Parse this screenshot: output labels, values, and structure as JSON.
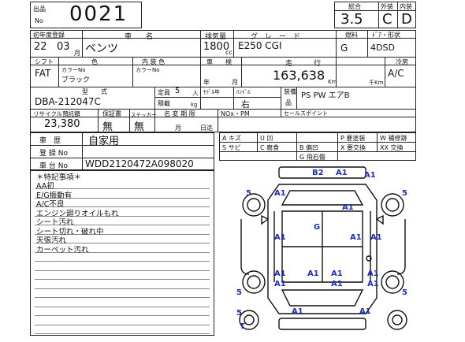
{
  "lot": {
    "label_top": "出品",
    "label_bottom": "No",
    "number": "0021"
  },
  "scores": {
    "total_label": "総合",
    "ext_label": "外装",
    "int_label": "内装",
    "total": "3.5",
    "ext": "C",
    "int": "D"
  },
  "row1": {
    "reg_label": "初年度登録",
    "reg_year": "22",
    "reg_month": "03",
    "month_unit": "月",
    "name_label": "車　　名",
    "name": "ベンツ",
    "cc_label": "排気量",
    "cc": "1800",
    "cc_unit": "cc",
    "grade_label": "グ　レ　ー　ド",
    "grade": "E250 CGI",
    "fuel_label": "燃料",
    "fuel": "G",
    "door_label": "ﾄﾞｱ・形状",
    "door": "4DSD"
  },
  "row2": {
    "shift_label": "シフト",
    "shift": "FAT",
    "color_label": "色",
    "color_no_label": "カラーNo",
    "color": "ブラック",
    "interior_label": "内 装 色",
    "interior_no_label": "カラーNo",
    "inspect_label": "車　　検",
    "year_unit": "年",
    "month_unit": "月",
    "mileage_label": "走　　　行",
    "mileage": "163,638",
    "km_unit": "Km",
    "thousand_km": "千Km",
    "ac_label": "冷房",
    "ac": "A/C"
  },
  "row3": {
    "model_label": "型　　式",
    "model": "DBA-212047C",
    "capacity_label": "定員",
    "capacity": "5",
    "capacity_unit": "人",
    "load_label": "積載",
    "load_unit": "kg",
    "repair_label": "ﾓﾃﾞﾙ年",
    "handle_label": "ﾊﾝﾄﾞﾙ",
    "handle": "右",
    "equip_label": "装備",
    "equip2_label": "品",
    "equip": "PS PW エアB"
  },
  "row4": {
    "recycle_label": "リサイクル預託額",
    "recycle": "23,380",
    "warranty_label": "保証書",
    "warranty": "無",
    "sticker_label": "ステッカー",
    "sticker": "無",
    "name_change_label": "名 変 期 限",
    "name_change_month": "月",
    "name_change_day": "日迄",
    "nox_label": "NOx・PM",
    "sales_point_label": "セールスポイント"
  },
  "history": {
    "label": "車　歴",
    "value": "自家用"
  },
  "reg_no": {
    "label": "登 録 No"
  },
  "chassis": {
    "label": "車 台 No",
    "value": "WDD2120472A098020"
  },
  "legend": [
    [
      "A キズ",
      "U 凹",
      "",
      "P 要塗装",
      "W 補修跡"
    ],
    [
      "S サビ",
      "C 腐食",
      "B 偏凹",
      "X 要交換",
      "XX 交換"
    ],
    [
      "",
      "",
      "G 飛石傷",
      "",
      ""
    ]
  ],
  "notes_title": "＊特記事項＊",
  "notes": [
    "AA初",
    "E/G振動有",
    "A/C不良",
    "エンジン廻りオイルもれ",
    "シート汚れ",
    "シート切れ・破れ中",
    "天張汚れ",
    "カーペット汚れ"
  ],
  "damage_codes": [
    "B2",
    "A1",
    "A1",
    "5",
    "5",
    "A1",
    "A1",
    "A1",
    "G",
    "A1",
    "A1",
    "A1",
    "A1",
    "A1",
    "A1",
    "A1",
    "A1",
    "A1",
    "5",
    "5",
    "5",
    "A1",
    "A1",
    "T"
  ]
}
